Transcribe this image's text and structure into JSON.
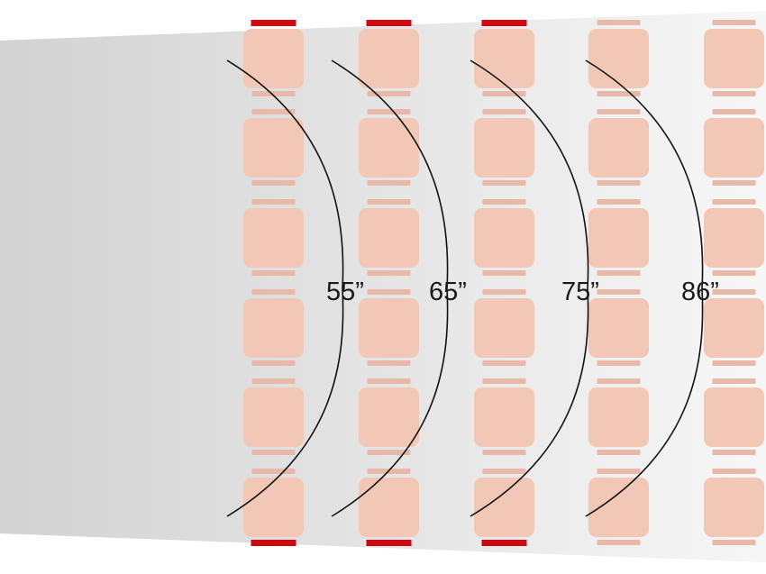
{
  "diagram": {
    "labels": [
      "55”",
      "65”",
      "75”",
      "86”"
    ],
    "rows_per_column": 6,
    "columns": 5,
    "colors": {
      "beam_dark": "#d2d2d2",
      "beam_light": "#f7f7f7",
      "seat": "#f2c7b6",
      "seat_back": "#e8b9a8",
      "red_bar": "#cc0a10",
      "arc": "#111111"
    },
    "front_rows_with_red_bars": 3
  }
}
